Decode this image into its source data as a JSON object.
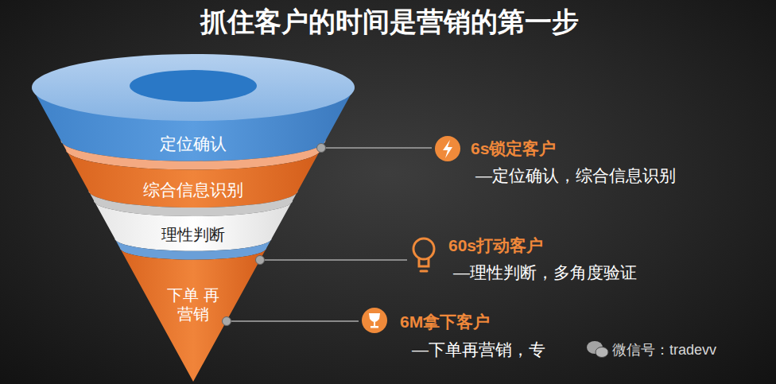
{
  "diagram": {
    "title": "抓住客户的时间是营销的第一步",
    "nodes": [
      {
        "text": [
          "定位确认"
        ]
      },
      {
        "text": [
          "综合信息识别"
        ]
      },
      {
        "text": [
          "理性判断"
        ]
      },
      {
        "text": [
          "下单 再营销"
        ]
      }
    ],
    "labels": [
      "6s锁定客户",
      "—定位确认，综合信息识别",
      "60s打动客户",
      "—理性判断，多角度验证",
      "6M拿下客户",
      "—下单再营销，专",
      "微信号：tradevv"
    ]
  }
}
